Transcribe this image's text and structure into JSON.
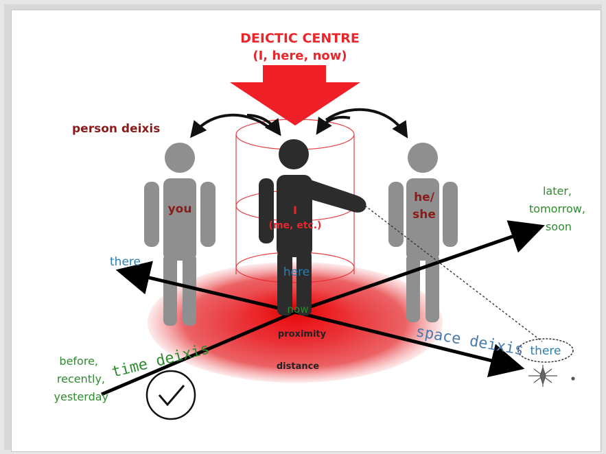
{
  "header": {
    "title": "DEICTIC CENTRE",
    "subtitle": "(I, here, now)"
  },
  "person_deixis": "person deixis",
  "figures": {
    "you": "you",
    "i": "I",
    "i_sub": "(me, etc.)",
    "he_she_1": "he/",
    "he_she_2": "she"
  },
  "space": {
    "here": "here",
    "there_left": "there",
    "there_right": "there",
    "label": "space deixis",
    "proximity": "proximity",
    "distance": "distance"
  },
  "time": {
    "now": "now",
    "label": "time deixis",
    "past_1": "before,",
    "past_2": "recently,",
    "past_3": "yesterday",
    "future_1": "later,",
    "future_2": "tomorrow,",
    "future_3": "soon"
  },
  "colors": {
    "red": "#e8262b",
    "dark_red": "#8b1a1a",
    "green": "#2e8b2e",
    "blue": "#2b7db5",
    "grey_figure": "#8f8f8f",
    "dark_figure": "#2c2c2c"
  },
  "icons": [
    "clock-icon",
    "compass-icon",
    "down-arrow-icon"
  ]
}
